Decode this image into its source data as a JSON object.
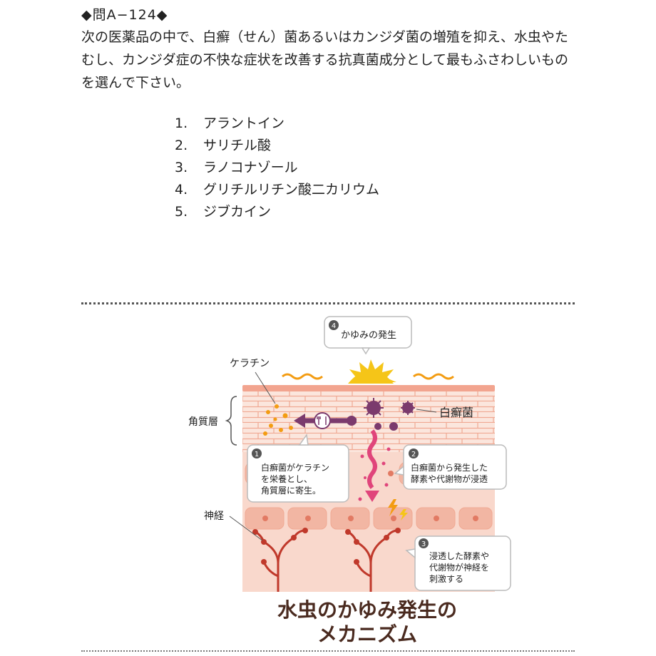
{
  "question": {
    "header": "◆問A−124◆",
    "text": "次の医薬品の中で、白癬（せん）菌あるいはカンジダ菌の増殖を抑え、水虫やたむし、カンジダ症の不快な症状を改善する抗真菌成分として最もふさわしいものを選んで下さい。",
    "choices": [
      {
        "num": "1.",
        "label": "アラントイン"
      },
      {
        "num": "2.",
        "label": "サリチル酸"
      },
      {
        "num": "3.",
        "label": "ラノコナゾール"
      },
      {
        "num": "4.",
        "label": "グリチルリチン酸二カリウム"
      },
      {
        "num": "5.",
        "label": "ジブカイン"
      }
    ]
  },
  "diagram": {
    "title_line1": "水虫のかゆみ発生の",
    "title_line2": "メカニズム",
    "labels": {
      "keratin": "ケラチン",
      "stratum_corneum": "角質層",
      "trichophyton": "白癬菌",
      "nerve": "神経"
    },
    "bubbles": {
      "step4": {
        "num": "4",
        "lines": [
          "かゆみの発生"
        ]
      },
      "step1": {
        "num": "1",
        "lines": [
          "白癬菌がケラチン",
          "を栄養とし、",
          "角質層に寄生。"
        ]
      },
      "step2": {
        "num": "2",
        "lines": [
          "白癬菌から発生した",
          "酵素や代謝物が浸透"
        ]
      },
      "step3": {
        "num": "3",
        "lines": [
          "浸透した酵素や",
          "代謝物が神経を",
          "刺激する"
        ]
      }
    },
    "colors": {
      "skin_top": "#f2a48f",
      "skin_cells": "#f6c9bb",
      "nerve": "#c0392b",
      "fungus": "#7b3a6d",
      "keratin": "#f39c12",
      "itch": "#f5c518",
      "wavy": "#f39c12",
      "arrow": "#e0457b",
      "title": "#4a2a1f"
    }
  }
}
